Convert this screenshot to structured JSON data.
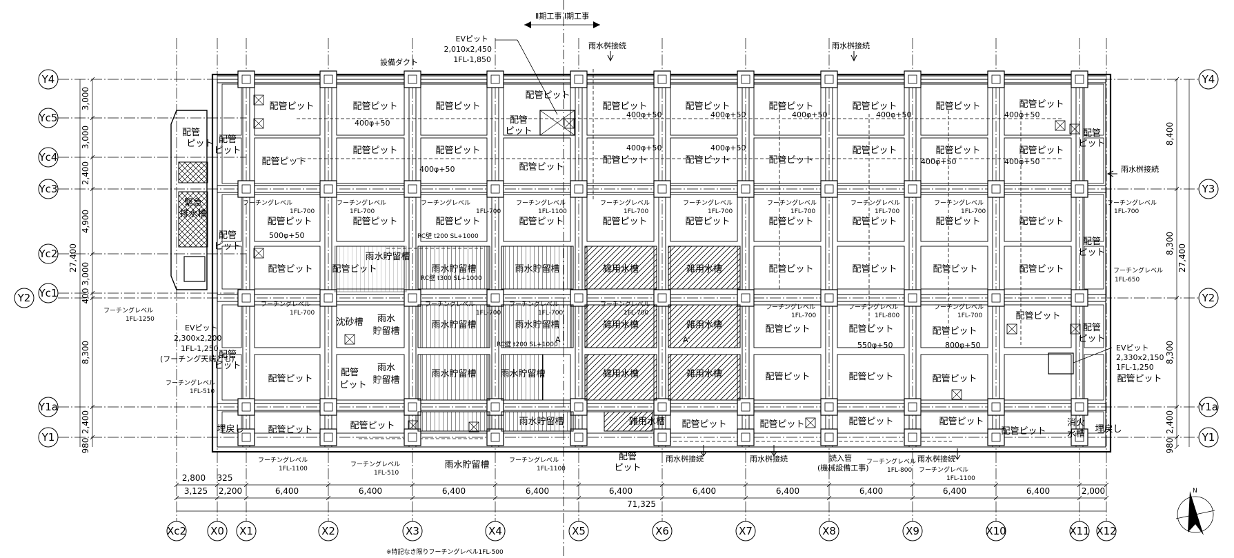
{
  "header": {
    "phase_label": "Ⅱ期工事 Ⅰ期工事"
  },
  "grid": {
    "x_labels": [
      "Xc2",
      "X0",
      "X1",
      "X2",
      "X3",
      "X4",
      "X5",
      "X6",
      "X7",
      "X8",
      "X9",
      "X10",
      "X11",
      "X12"
    ],
    "y_left_labels": [
      "Y4",
      "Yc5",
      "Yc4",
      "Yc3",
      "Yc2",
      "Yc1",
      "Y2",
      "Y1a",
      "Y1"
    ],
    "y_right_labels": [
      "Y4",
      "Y3",
      "Y2",
      "Y1a",
      "Y1"
    ]
  },
  "dimensions": {
    "bottom_spans": [
      "3,125",
      "2,200",
      "6,400",
      "6,400",
      "6,400",
      "6,400",
      "6,400",
      "6,400",
      "6,400",
      "6,400",
      "6,400",
      "6,400",
      "2,000"
    ],
    "bottom_total": "71,325",
    "bottom_sub_a": "2,800",
    "bottom_sub_b": "325",
    "left_spans": [
      "3,000",
      "3,000",
      "2,400",
      "4,900",
      "3,000",
      "400",
      "8,300",
      "2,400",
      "980"
    ],
    "left_total": "27,400",
    "right_spans": [
      "8,400",
      "8,300",
      "8,300",
      "2,400",
      "980"
    ],
    "right_total": "27,400"
  },
  "labels": {
    "pit": "配管ピット",
    "pit_split_a": "配管",
    "pit_split_b": "ピット",
    "rain_tank": "雨水貯留槽",
    "rain_a": "雨水",
    "rain_b": "貯留槽",
    "misc_tank": "雑用水槽",
    "sand_tank": "沈砂槽",
    "emergency_a": "緊急",
    "emergency_b": "排水槽",
    "fire_a": "消火",
    "fire_b": "水槽",
    "backfill": "埋戻し",
    "footing": "フーチングレベル",
    "rain_conn": "雨水桝接続",
    "equip_duct": "設備ダクト",
    "inflow_a": "読入管",
    "inflow_b": "(機械設備工事)",
    "sleeve_400": "400φ+50",
    "sleeve_550": "550φ+50",
    "sleeve_800": "800φ+50",
    "sleeve_500": "500φ+50",
    "rc_wall_1": "RC壁 t200 SL+1000",
    "rc_wall_2": "RC壁 t300 SL+1000",
    "rc_wall_3": "RC壁 t200 SL+1000",
    "lvl_700": "1FL-700",
    "lvl_1100": "1FL-1100",
    "lvl_1250": "1FL-1250",
    "lvl_510": "1FL-510",
    "lvl_650": "1FL-650",
    "lvl_800": "1FL-800",
    "section_a": "A",
    "section_a2": "A'",
    "note_bottom": "※特記なき限りフーチングレベル1FL-500",
    "north": "N"
  },
  "ev_pits": {
    "top": [
      "EVピット",
      "2,010x2,450",
      "1FL-1,850"
    ],
    "left": [
      "EVピット",
      "2,300x2,200",
      "1FL-1,250",
      "(フーチング天端とも)"
    ],
    "right": [
      "EVピット",
      "2,330x2,150",
      "1FL-1,250"
    ]
  },
  "colors": {
    "ink": "#000000",
    "hatch": "#000000",
    "paper": "#ffffff"
  }
}
